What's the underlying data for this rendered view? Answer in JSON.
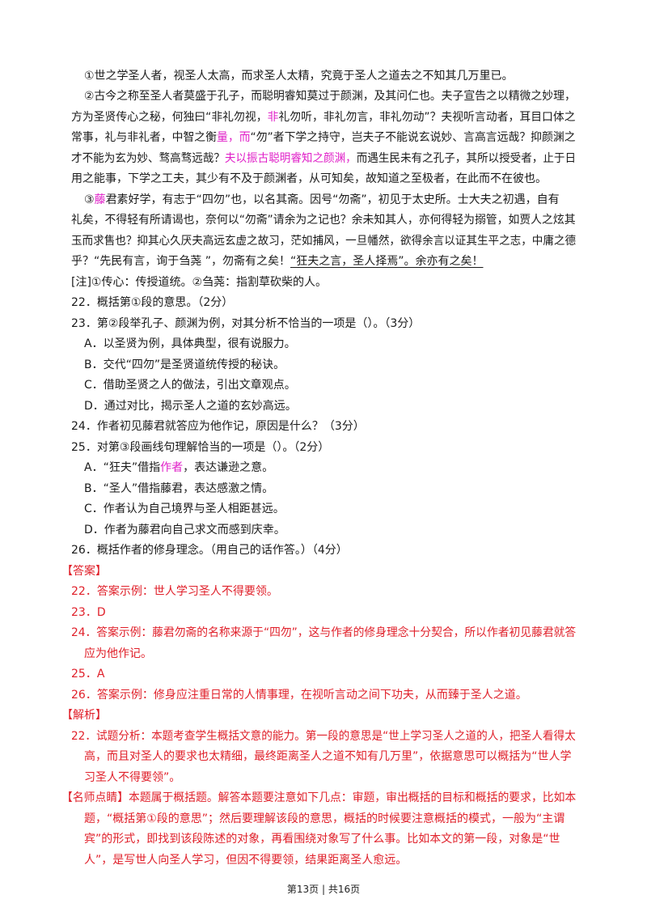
{
  "passage": {
    "p1": "①世之学圣人者，视圣人太高，而求圣人太精，究竟于圣人之道去之不知其几万里已。",
    "p2_l1": "②古今之称至圣人者莫盛于孔子，而聪明睿知莫过于颜渊，及其问仁也。夫子宣告之以精微之妙理，",
    "p2_l2a": "方为圣贤传心之秘，何独曰“非礼勿视，",
    "p2_l2b": "非",
    "p2_l2c": "礼勿听，非礼勿言，非礼勿动”？夫视听言动者，耳目口体之",
    "p2_l3a": "常事，礼与非礼者，中智之衡",
    "p2_l3b": "量，而",
    "p2_l3c": "“勿”者下学之持守，岂夫子不能说玄说妙、言高言远哉？抑颜渊之",
    "p2_l4a": "才不能为玄为妙、骛高骛远哉？",
    "p2_l4b": "夫以振古聪明睿知之颜渊，",
    "p2_l4c": "而遇生民未有之孔子，其所以授受者，止于日",
    "p2_l5": "用之能事，下学之工夫，其少有不及于颜渊者，从可知矣，故知道之至极者，在此而不在彼也。",
    "p3_l1a": "③",
    "p3_l1b": "藤",
    "p3_l1c": "君素好学，有志于“四勿”也，以名其斋。因号“勿斋”，初见于太史所。士大夫之初遇，自有",
    "p3_l2": "礼矣，不得轻有所请谒也，奈何以“勿斋”请余为之记也？余未知其人，亦何得轻为搦管，如贾人之炫其",
    "p3_l3": "玉而求售也？抑其心久厌夫高远玄虚之故习，茫如捕风，一旦幡然，欲得余言以证其生平之志，中庸之德",
    "p3_l4a": "乎？“先民有言，询于刍荛 ”，勿斋有之矣！",
    "p3_l4b": "“狂夫之言，圣人择焉”。余亦有之矣！",
    "note": "[注]①传心：传授道统。②刍荛：指割草砍柴的人。"
  },
  "questions": {
    "q22": "22．概括第①段的意思。（2分）",
    "q23": "23．第②段举孔子、颜渊为例，对其分析不恰当的一项是（）。（3分）",
    "q23a": "A．以圣贤为例，具体典型，很有说服力。",
    "q23b": "B．交代“四勿”是圣贤道统传授的秘诀。",
    "q23c": "C．借助圣贤之人的做法，引出文章观点。",
    "q23d": "D．通过对比，揭示圣人之道的玄妙高远。",
    "q24": "24．作者初见藤君就答应为他作记，原因是什么？（3分）",
    "q25": "25．对第③段画线句理解恰当的一项是（）。（2分）",
    "q25a_1": "A．“狂夫”借指",
    "q25a_2": "作者",
    "q25a_3": "，表达谦逊之意。",
    "q25b": "B．“圣人”借指藤君，表达感激之情。",
    "q25c": "C．作者认为自己境界与圣人相距甚远。",
    "q25d": "D．作者为藤君向自己求文而感到庆幸。",
    "q26": "26．概括作者的修身理念。（用自己的话作答。）（4分）"
  },
  "answers": {
    "heading": "【答案】",
    "a22": "22．答案示例：世人学习圣人不得要领。",
    "a23": "23．D",
    "a24_l1": "24．答案示例：藤君勿斋的名称来源于“四勿”，这与作者的修身理念十分契合，所以作者初见藤君就答",
    "a24_l2": "应为他作记。",
    "a25": "25．A",
    "a26": "26．答案示例：修身应注重日常的人情事理，在视听言动之间下功夫，从而臻于圣人之道。"
  },
  "analysis": {
    "heading": "【解析】",
    "l1": "22．试题分析：本题考查学生概括文意的能力。第一段的意思是“世上学习圣人之道的人，把圣人看得太",
    "l2": "高，而且对圣人的要求也太精细，最终距离圣人之道不知有几万里”，依据意思可以概括为“世人学",
    "l3": "习圣人不得要领”。",
    "l4": "【名师点睛】本题属于概括题。解答本题要注意如下几点：审题，审出概括的目标和概括的要求，比如本",
    "l5": "题，“概括第①段的意思”；然后要理解该段的意思，概括的时候要注意概括的模式，一般为“主谓",
    "l6": "宾”的形式，即找到该段陈述的对象，再看围绕对象写了什么事。比如本文的第一段，对象是“世",
    "l7": "人”，是写世人向圣人学习，但因不得要领，结果距离圣人愈远。"
  },
  "footer": "第13页 | 共16页"
}
